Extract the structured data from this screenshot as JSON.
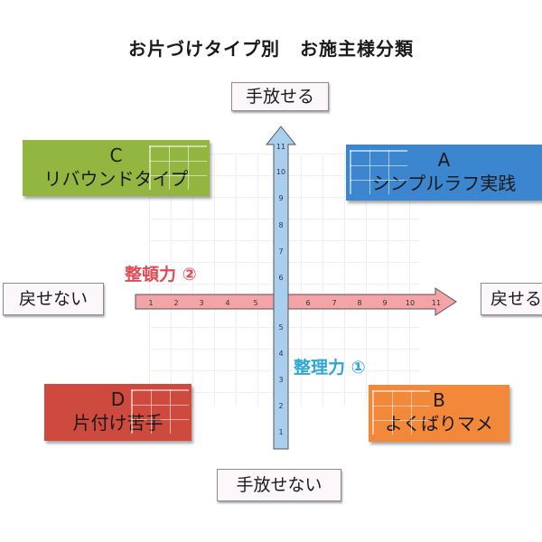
{
  "title": {
    "part1": "お片づけタイプ別",
    "part2": "お施主様分類"
  },
  "axis_ends": {
    "top": "手放せる",
    "bottom": "手放せない",
    "left": "戻せない",
    "right": "戻せる"
  },
  "axis_titles": {
    "horizontal": "整頓力 ②",
    "vertical": "整理力 ①"
  },
  "quadrants": {
    "a": {
      "letter": "A",
      "name": "シンプルラフ実践",
      "color": "#3b86cf"
    },
    "b": {
      "letter": "B",
      "name": "よくばりマメ",
      "color": "#f1883a"
    },
    "c": {
      "letter": "C",
      "name": "リバウンドタイプ",
      "color": "#93b640"
    },
    "d": {
      "letter": "D",
      "name": "片付け苦手",
      "color": "#cf4a3e"
    }
  },
  "horizontal_ticks": [
    "1",
    "2",
    "3",
    "4",
    "5",
    "6",
    "7",
    "8",
    "9",
    "10",
    "11"
  ],
  "vertical_ticks": [
    "1",
    "2",
    "3",
    "4",
    "5",
    "6",
    "7",
    "8",
    "9",
    "10",
    "11"
  ],
  "colors": {
    "horizontal_arrow": "#f4a3a6",
    "vertical_arrow": "#a8d0ee",
    "arrow_stroke": "#555555"
  }
}
